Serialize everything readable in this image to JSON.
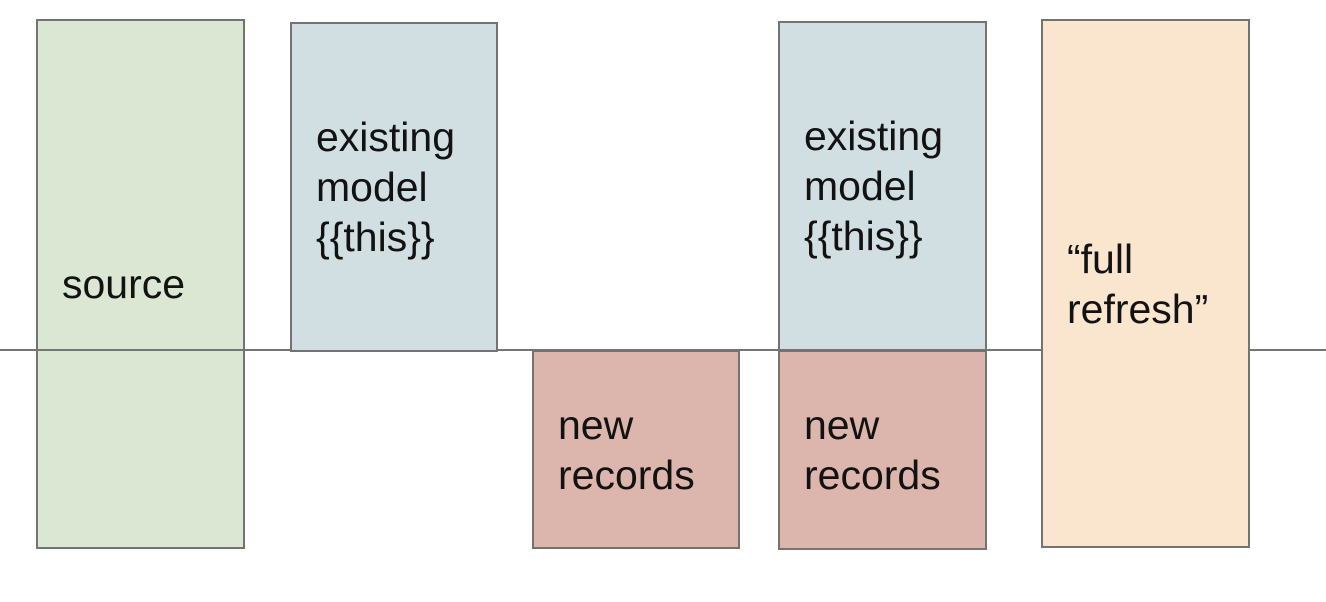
{
  "palette": {
    "source_fill": "#dbe7d3",
    "existing_model_fill": "#d1dfe3",
    "new_records_fill": "#dcb6ad",
    "full_refresh_fill": "#fae6ce",
    "box_border": "#737373",
    "timeline_line": "#757575",
    "text": "#121212",
    "background": "#ffffff"
  },
  "boxes": {
    "source": {
      "label": "source"
    },
    "existing_model_1": {
      "label": "existing\nmodel\n{{this}}"
    },
    "new_records_1": {
      "label": "new\nrecords"
    },
    "existing_model_2": {
      "label": "existing\nmodel\n{{this}}"
    },
    "new_records_2": {
      "label": "new\nrecords"
    },
    "full_refresh": {
      "label": "“full\nrefresh”"
    }
  }
}
